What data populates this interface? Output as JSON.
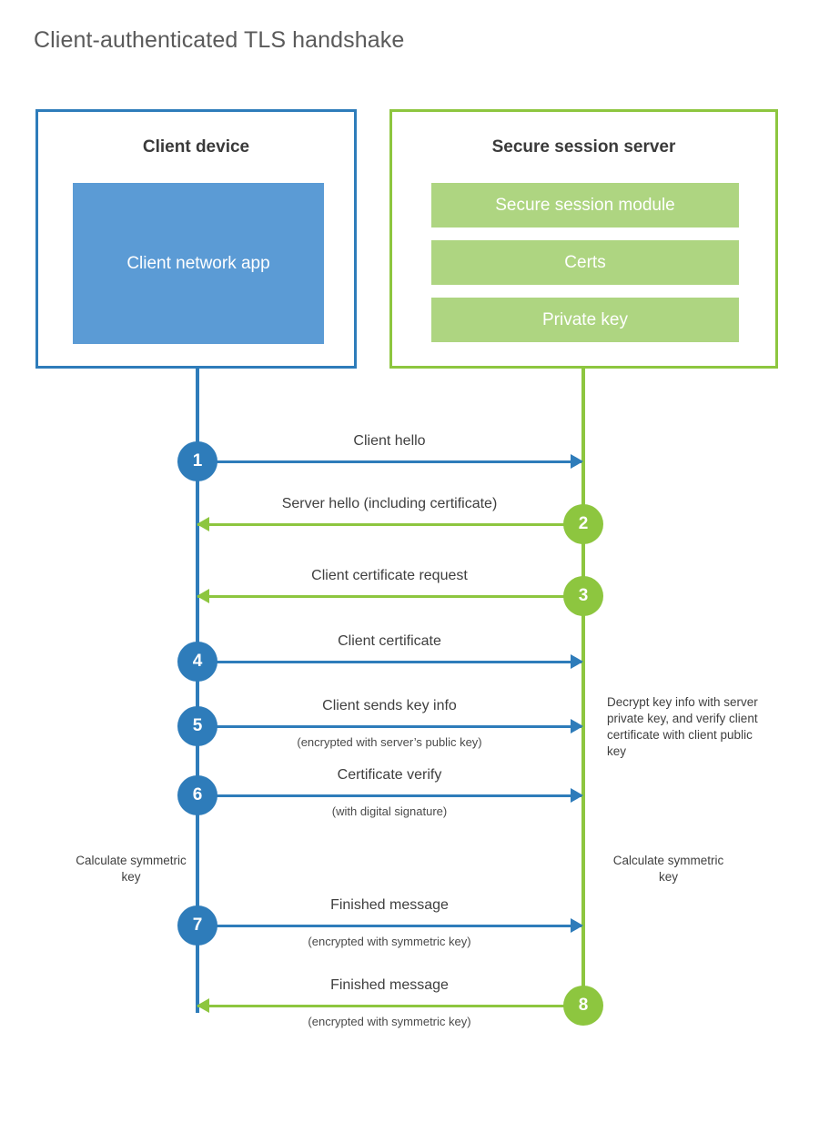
{
  "title": "Client-authenticated TLS handshake",
  "colors": {
    "client_blue": "#2e7cba",
    "client_app_fill": "#5b9bd5",
    "server_green": "#8dc63f",
    "server_bar_fill": "#aed581",
    "text": "#3f3f3f"
  },
  "actors": {
    "client": {
      "title": "Client device",
      "app_label": "Client network app"
    },
    "server": {
      "title": "Secure session server",
      "components": [
        "Secure session module",
        "Certs",
        "Private key"
      ]
    }
  },
  "messages": [
    {
      "step": "1",
      "label": "Client hello",
      "sublabel": "",
      "direction": "to-server",
      "origin": "client"
    },
    {
      "step": "2",
      "label": "Server hello (including certificate)",
      "sublabel": "",
      "direction": "to-client",
      "origin": "server"
    },
    {
      "step": "3",
      "label": "Client certificate request",
      "sublabel": "",
      "direction": "to-client",
      "origin": "server"
    },
    {
      "step": "4",
      "label": "Client certificate",
      "sublabel": "",
      "direction": "to-server",
      "origin": "client"
    },
    {
      "step": "5",
      "label": "Client sends key info",
      "sublabel": "(encrypted with server’s public key)",
      "direction": "to-server",
      "origin": "client"
    },
    {
      "step": "6",
      "label": "Certificate verify",
      "sublabel": "(with digital signature)",
      "direction": "to-server",
      "origin": "client"
    },
    {
      "step": "7",
      "label": "Finished message",
      "sublabel": "(encrypted with symmetric key)",
      "direction": "to-server",
      "origin": "client"
    },
    {
      "step": "8",
      "label": "Finished message",
      "sublabel": "(encrypted with symmetric key)",
      "direction": "to-client",
      "origin": "server"
    }
  ],
  "annotations": {
    "server_decrypt": "Decrypt key info with server private key, and verify client certificate with client public key",
    "client_calculate": "Calculate symmetric key",
    "server_calculate": "Calculate symmetric key"
  }
}
